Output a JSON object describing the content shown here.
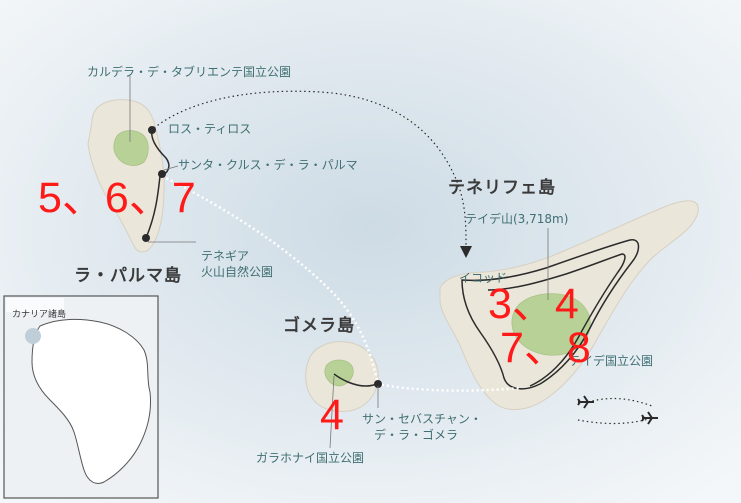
{
  "colors": {
    "sea": "#dfe8ee",
    "sea_deep": "#c8d7e2",
    "land": "#ebe6da",
    "park": "#b7d196",
    "route": "#2b2b2b",
    "ferry": "#ffffff",
    "accent_red": "#ff1a1a"
  },
  "islands": {
    "la_palma": "ラ・パルマ島",
    "gomera": "ゴメラ島",
    "tenerife": "テネリフェ島"
  },
  "places": {
    "caldera": "カルデラ・デ・タブリエンテ国立公園",
    "los_tilos": "ロス・ティロス",
    "santa_cruz": "サンタ・クルス・デ・ラ・パルマ",
    "teneguia_1": "テネギア",
    "teneguia_2": "火山自然公園",
    "teide_peak": "テイデ山(3,718m)",
    "icod": "イコッド",
    "teide_park": "テイデ国立公園",
    "san_sebastian_1": "サン・セバスチャン・",
    "san_sebastian_2": "デ・ラ・ゴメラ",
    "garajonay": "ガラホナイ国立公園"
  },
  "inset": {
    "label": "カナリア諸島"
  },
  "day_markers": {
    "la_palma": "5、6、7",
    "tenerife_1": "3、4",
    "tenerife_2": "7、8",
    "gomera": "4"
  },
  "icons": [
    "airplane-icon",
    "route-stop-icon"
  ]
}
